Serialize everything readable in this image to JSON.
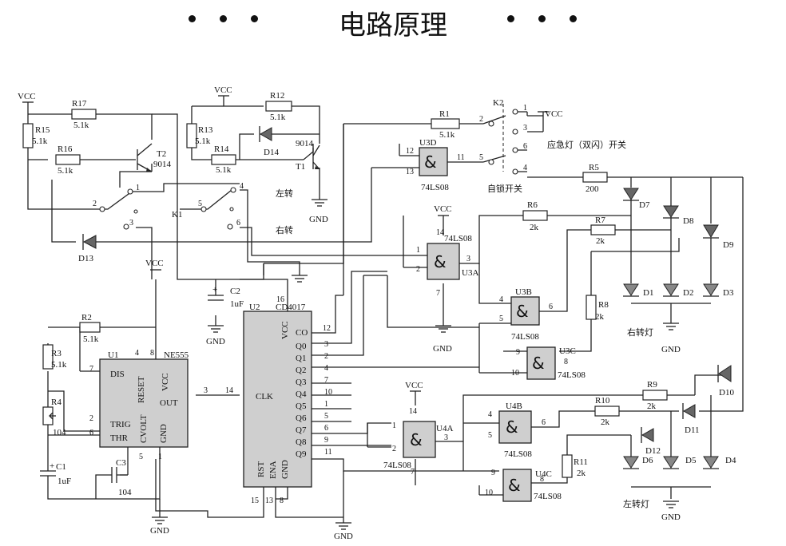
{
  "title": "电路原理",
  "power": {
    "vcc": "VCC",
    "gnd": "GND"
  },
  "resistors": [
    {
      "id": "R17",
      "value": "5.1k"
    },
    {
      "id": "R15",
      "value": "5.1k"
    },
    {
      "id": "R16",
      "value": "5.1k"
    },
    {
      "id": "R12",
      "value": "5.1k"
    },
    {
      "id": "R13",
      "value": "5.1k"
    },
    {
      "id": "R14",
      "value": "5.1k"
    },
    {
      "id": "R1",
      "value": "5.1k"
    },
    {
      "id": "R5",
      "value": "200"
    },
    {
      "id": "R6",
      "value": "2k"
    },
    {
      "id": "R7",
      "value": "2k"
    },
    {
      "id": "R8",
      "value": "2k"
    },
    {
      "id": "R2",
      "value": "5.1k"
    },
    {
      "id": "R3",
      "value": "5.1k"
    },
    {
      "id": "R4",
      "value": "104"
    },
    {
      "id": "R9",
      "value": "2k"
    },
    {
      "id": "R10",
      "value": "2k"
    },
    {
      "id": "R11",
      "value": "2k"
    }
  ],
  "transistors": [
    {
      "id": "T2",
      "part": "9014"
    },
    {
      "id": "T1",
      "part": "9014"
    }
  ],
  "capacitors": [
    {
      "id": "C2",
      "value": "1uF"
    },
    {
      "id": "C1",
      "value": "1uF"
    },
    {
      "id": "C3",
      "value": "104"
    }
  ],
  "diodes": [
    "D14",
    "D13",
    "D7",
    "D8",
    "D9",
    "D1",
    "D2",
    "D3",
    "D10",
    "D11",
    "D12",
    "D6",
    "D5",
    "D4"
  ],
  "switches": [
    {
      "id": "K1"
    },
    {
      "id": "K2"
    }
  ],
  "captions": {
    "left_turn": "左转",
    "right_turn": "右转",
    "emergency": "应急灯（双闪）开关",
    "self_lock": "自锁开关",
    "right_lamp": "右转灯",
    "left_lamp": "左转灯"
  },
  "chips": {
    "u1": {
      "ref": "U1",
      "part": "NE555",
      "pins_text": {
        "dis": "DIS",
        "reset": "RESET",
        "vcc": "VCC",
        "out": "OUT",
        "trig": "TRIG",
        "thr": "THR",
        "cvolt": "CVOLT",
        "gnd": "GND"
      }
    },
    "u2": {
      "ref": "U2",
      "part": "CD4017",
      "pins_text": {
        "vcc": "VCC",
        "co": "CO",
        "clk": "CLK",
        "rst": "RST",
        "ena": "ENA",
        "gnd": "GND"
      },
      "outputs": [
        "Q0",
        "Q1",
        "Q2",
        "Q3",
        "Q4",
        "Q5",
        "Q6",
        "Q7",
        "Q8",
        "Q9"
      ]
    },
    "gates": [
      {
        "ref": "U3D",
        "part": "74LS08"
      },
      {
        "ref": "U3A",
        "part": "74LS08"
      },
      {
        "ref": "U3B",
        "part": "74LS08"
      },
      {
        "ref": "U3C",
        "part": "74LS08"
      },
      {
        "ref": "U4A",
        "part": "74LS08"
      },
      {
        "ref": "U4B",
        "part": "74LS08"
      },
      {
        "ref": "U4C",
        "part": "74LS08"
      }
    ],
    "and_symbol": "&"
  },
  "pin_numbers": {
    "u2_vcc": "16",
    "u2_co": "12",
    "u2_clk": "14",
    "u2_q": [
      "3",
      "2",
      "4",
      "7",
      "10",
      "1",
      "5",
      "6",
      "9",
      "11"
    ],
    "u2_bottom": [
      "15",
      "13",
      "8"
    ],
    "u1_dis": "7",
    "u1_reset": "4",
    "u1_vcc": "8",
    "u1_out": "3",
    "u1_trig": "2",
    "u1_thr": "6",
    "u1_cvolt": "5",
    "u1_gnd": "1",
    "u3d": [
      "12",
      "13",
      "11"
    ],
    "u3a": [
      "1",
      "2",
      "3"
    ],
    "u3a_vcc": "14",
    "u3a_gnd": "7",
    "u3b": [
      "4",
      "5",
      "6"
    ],
    "u3c": [
      "9",
      "10",
      "8"
    ],
    "u4a": [
      "1",
      "2",
      "3"
    ],
    "u4a_vcc": "14",
    "u4a_gnd": "7",
    "u4b": [
      "4",
      "5",
      "6"
    ],
    "u4c": [
      "9",
      "10",
      "8"
    ],
    "k1": [
      "2",
      "1",
      "3",
      "5",
      "4",
      "6"
    ],
    "k2": [
      "2",
      "1",
      "3",
      "5",
      "6",
      "4"
    ]
  }
}
